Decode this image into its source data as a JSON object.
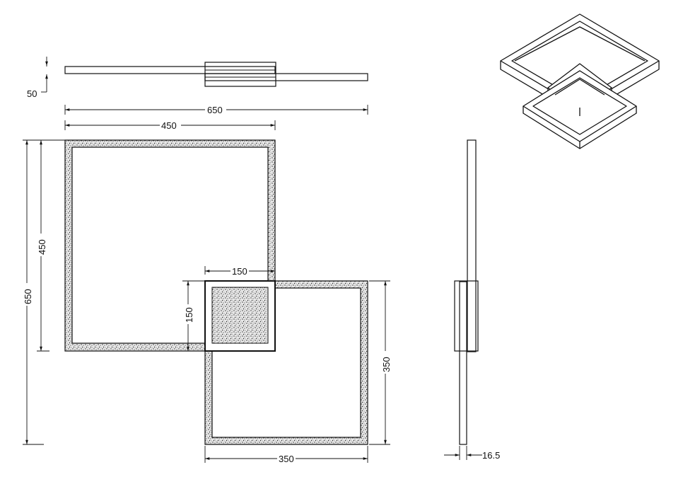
{
  "title": "",
  "colors": {
    "ink": "#111111",
    "background": "#ffffff"
  },
  "dimensions": {
    "top_height": "50",
    "total_width": "650",
    "large_square_width": "450",
    "total_height": "650",
    "large_square_height": "450",
    "center_width": "150",
    "center_height": "150",
    "small_square_height": "350",
    "small_square_width": "350",
    "side_thickness": "16.5"
  }
}
